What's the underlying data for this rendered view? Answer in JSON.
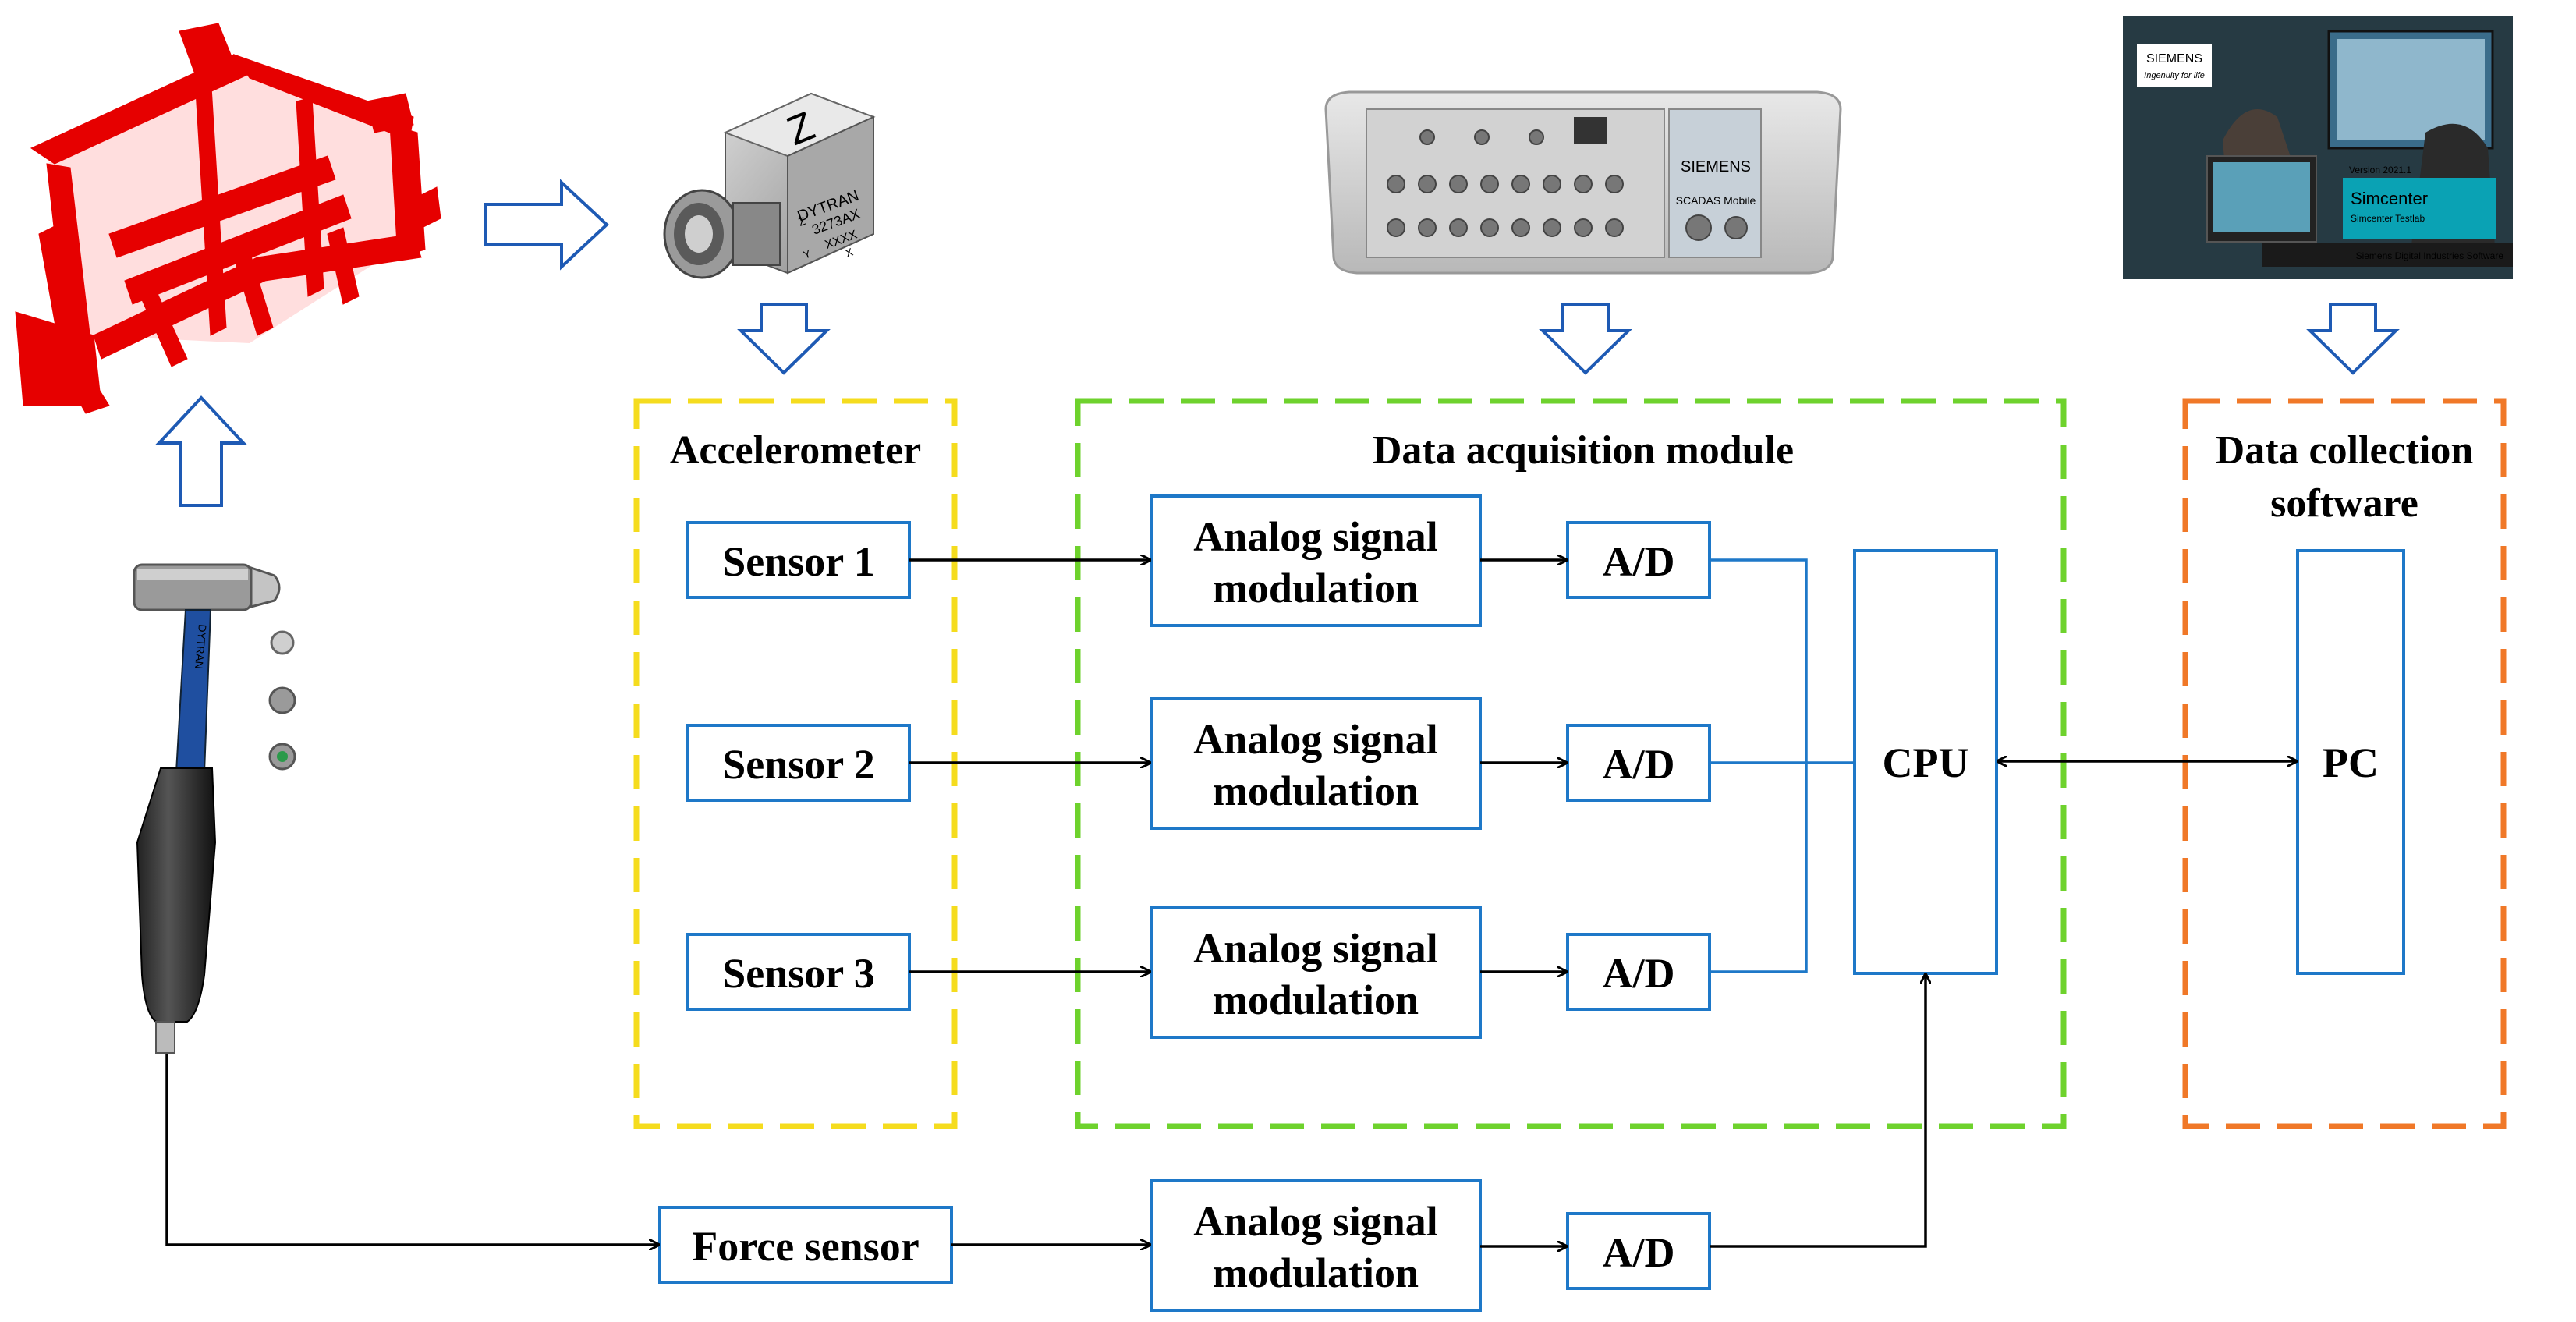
{
  "groups": {
    "accelerometer": {
      "title": "Accelerometer",
      "border_color": "#F5DC1E"
    },
    "daq": {
      "title": "Data acquisition module",
      "border_color": "#6ED22D"
    },
    "software": {
      "title_line1": "Data collection",
      "title_line2": "software",
      "border_color": "#F07828"
    }
  },
  "sensors": [
    "Sensor 1",
    "Sensor 2",
    "Sensor 3"
  ],
  "force_sensor": "Force sensor",
  "modulation": {
    "line1": "Analog signal",
    "line2": "modulation"
  },
  "adc": "A/D",
  "cpu": "CPU",
  "pc": "PC",
  "accelerometer_image": {
    "brand": "DYTRAN",
    "model": "3273AX",
    "serial": "XXXX",
    "axis_mark": "Z",
    "axis_z": "Z",
    "axis_y": "Y",
    "axis_x": "X"
  },
  "daq_image": {
    "brand": "SIEMENS",
    "model": "SCADAS Mobile"
  },
  "software_image": {
    "brand": "SIEMENS",
    "tagline": "Ingenuity for life",
    "version": "Version 2021.1",
    "product": "Simcenter",
    "sub": "Simcenter Testlab",
    "footer": "Siemens Digital Industries Software"
  },
  "hammer_image": {
    "brand": "DYTRAN"
  },
  "colors": {
    "box_border": "#1E78C8",
    "arrow_outline": "#1E5AB4",
    "line": "#000000",
    "bus_line": "#1E78C8",
    "frame_red": "#E60000"
  }
}
